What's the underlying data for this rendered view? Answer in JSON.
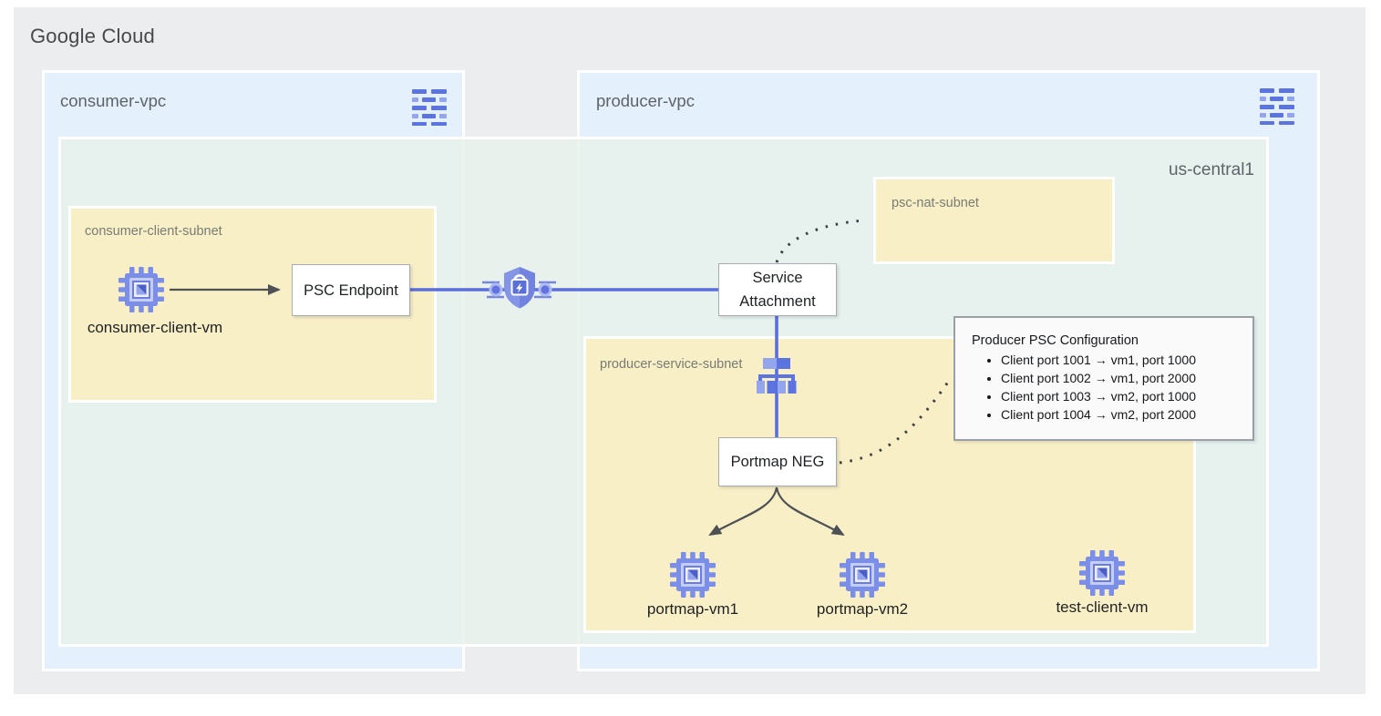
{
  "cloud": {
    "title": "Google Cloud"
  },
  "vpcs": {
    "consumer": {
      "label": "consumer-vpc"
    },
    "producer": {
      "label": "producer-vpc"
    }
  },
  "region": {
    "label": "us-central1"
  },
  "subnets": {
    "consumer_client": {
      "label": "consumer-client-subnet"
    },
    "psc_nat": {
      "label": "psc-nat-subnet"
    },
    "producer_service": {
      "label": "producer-service-subnet"
    }
  },
  "nodes": {
    "psc_endpoint": {
      "label": "PSC Endpoint"
    },
    "service_attachment": {
      "line1": "Service",
      "line2": "Attachment"
    },
    "portmap_neg": {
      "label": "Portmap NEG"
    }
  },
  "vms": {
    "consumer_client": {
      "label": "consumer-client-vm"
    },
    "portmap_vm1": {
      "label": "portmap-vm1"
    },
    "portmap_vm2": {
      "label": "portmap-vm2"
    },
    "test_client": {
      "label": "test-client-vm"
    }
  },
  "config": {
    "title": "Producer PSC Configuration",
    "items": [
      "Client port 1001 → vm1, port 1000",
      "Client port 1002 → vm1, port 2000",
      "Client port 1003 → vm2, port 1000",
      "Client port 1004 → vm2, port 2000"
    ]
  },
  "icons": {
    "vpc_network": "vpc-network-icon",
    "compute_vm": "compute-engine-vm-icon",
    "load_balancer": "load-balancer-icon",
    "psc_shield": "private-service-connect-shield-icon"
  },
  "colors": {
    "cloud_bg": "#EBEDEE",
    "vpc_bg": "#E4F0FB",
    "region_bg": "#E8F1EB",
    "subnet_bg": "#F8EFC7",
    "accent_blue": "#5B6FDC",
    "icon_blue": "#5B74E0",
    "icon_blue_light": "#93A5EC",
    "arrow_dark": "#4D5156",
    "dotted_dark": "#3C4043",
    "border_gray": "#9AA0A6",
    "label_gray": "#5F6368"
  }
}
